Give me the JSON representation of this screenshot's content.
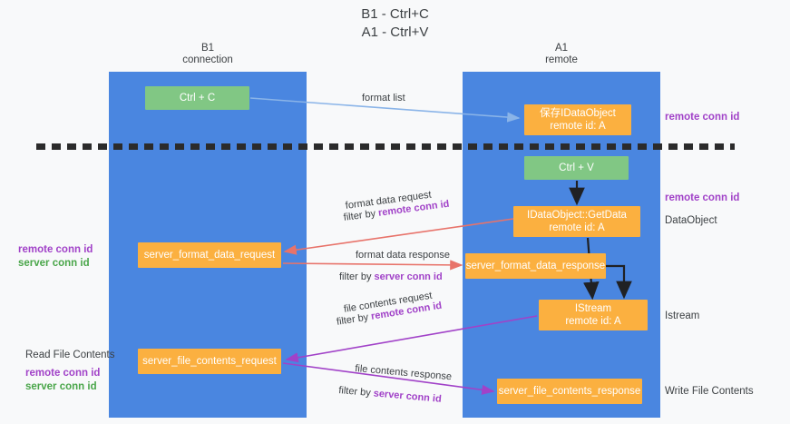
{
  "title": {
    "line1": "B1 - Ctrl+C",
    "line2": "A1 - Ctrl+V"
  },
  "columns": [
    {
      "name": "B1",
      "role": "connection"
    },
    {
      "name": "A1",
      "role": "remote"
    }
  ],
  "nodes": {
    "ctrl_c": {
      "line1": "Ctrl + C",
      "line2": "",
      "color": "#81c784"
    },
    "idataobject": {
      "line1": "保存IDataObject",
      "line2": "remote id: A",
      "color": "#fbb040"
    },
    "ctrl_v": {
      "line1": "Ctrl + V",
      "line2": "",
      "color": "#81c784"
    },
    "getdata": {
      "line1": "IDataObject::GetData",
      "line2": "remote id: A",
      "color": "#fbb040"
    },
    "server_format_data_request": {
      "line1": "server_format_data_request",
      "line2": "",
      "color": "#fbb040"
    },
    "server_format_data_response": {
      "line1": "server_format_data_response",
      "line2": "",
      "color": "#fbb040"
    },
    "istream": {
      "line1": "IStream",
      "line2": "remote id: A",
      "color": "#fbb040"
    },
    "server_file_contents_request": {
      "line1": "server_file_contents_request",
      "line2": "",
      "color": "#fbb040"
    },
    "server_file_contents_response": {
      "line1": "server_file_contents_response",
      "line2": "",
      "color": "#fbb040"
    }
  },
  "edge_labels": {
    "format_list": "format list",
    "format_data_request": "format data request",
    "format_data_request_filter_prefix": "filter by ",
    "format_data_request_filter_key": "remote conn id",
    "format_data_response": "format data response",
    "format_data_response_filter_prefix": "filter by ",
    "format_data_response_filter_key": "server conn id",
    "file_contents_request": "file contents request",
    "file_contents_request_filter_prefix": "filter by ",
    "file_contents_request_filter_key": "remote conn id",
    "file_contents_response": "file contents response",
    "file_contents_response_filter_prefix": "filter by ",
    "file_contents_response_filter_key": "server conn id"
  },
  "annotations": {
    "right_remote_conn_id_top": "remote conn id",
    "right_remote_conn_id_mid": "remote conn id",
    "right_dataobject": "DataObject",
    "right_istream": "Istream",
    "right_write_file_contents": "Write File Contents",
    "left_remote_conn_id": "remote conn id",
    "left_server_conn_id": "server conn id",
    "left_read_file_contents": "Read File Contents",
    "left_remote_conn_id_2": "remote conn id",
    "left_server_conn_id_2": "server conn id"
  },
  "colors": {
    "lane": "#4a86e0",
    "green_node": "#81c784",
    "orange_node": "#fbb040",
    "purple": "#a142c8",
    "green_text": "#4aa64a",
    "arrow_blue": "#8ab4e8",
    "arrow_red": "#e8736a",
    "arrow_purple": "#a142c8",
    "arrow_black": "#202124",
    "background": "#f8f9fa",
    "divider": "#2b2b2b"
  }
}
